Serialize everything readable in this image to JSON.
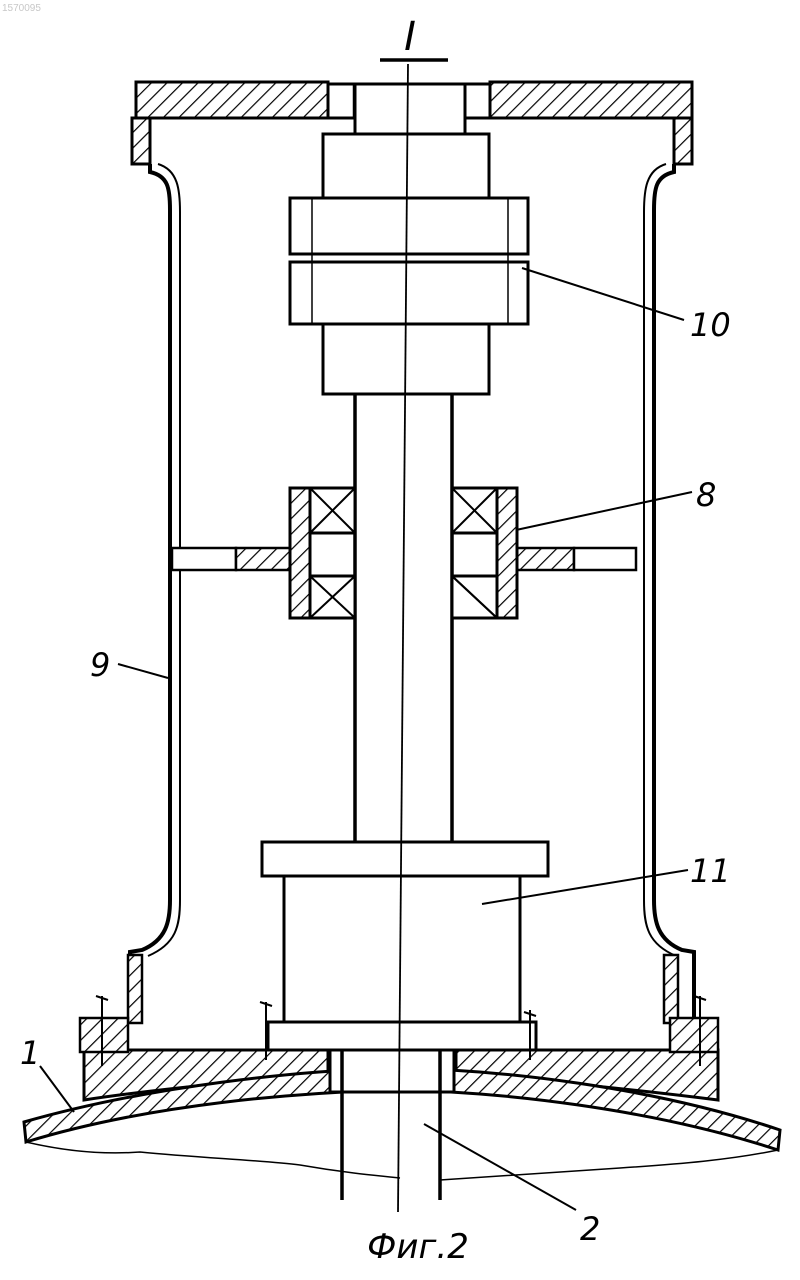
{
  "reference_mark": "1570095",
  "section_mark": "I",
  "figure_caption": "Фиг.2",
  "callouts": {
    "item_1": "1",
    "item_2": "2",
    "item_8": "8",
    "item_9": "9",
    "item_10": "10",
    "item_11": "11"
  },
  "colors": {
    "ink": "#000000",
    "paper": "#ffffff"
  }
}
